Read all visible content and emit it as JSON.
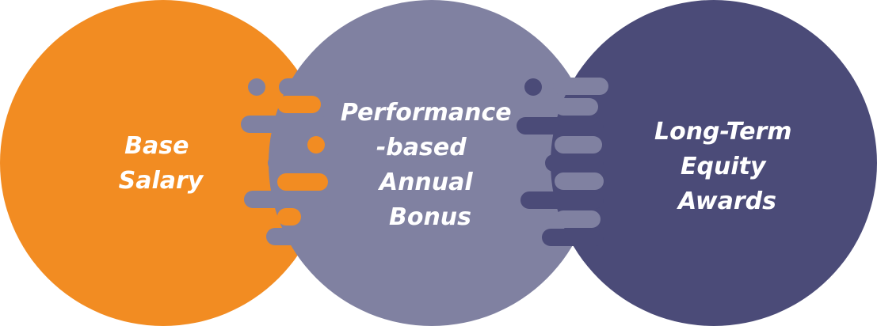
{
  "diagram": {
    "colors": {
      "orange": "#F28C22",
      "lavender": "#8081A1",
      "navy": "#4B4B78",
      "text": "#FFFFFF"
    },
    "circles": [
      {
        "name": "base-salary",
        "color": "#F28C22",
        "lines": [
          "Base",
          "Salary"
        ]
      },
      {
        "name": "performance-bonus",
        "color": "#8081A1",
        "lines": [
          "Performance",
          "-based",
          "Annual",
          "Bonus"
        ]
      },
      {
        "name": "long-term-equity",
        "color": "#4B4B78",
        "lines": [
          "Long-Term",
          "Equity",
          "Awards"
        ]
      }
    ]
  }
}
